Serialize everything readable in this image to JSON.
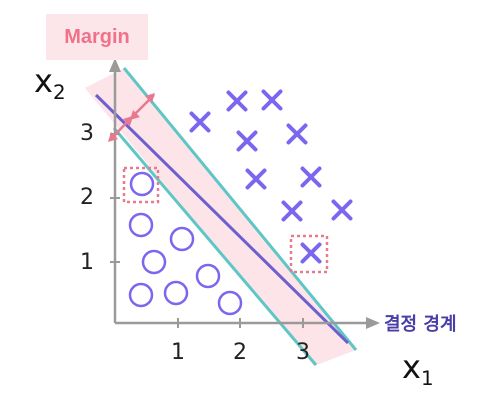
{
  "labels": {
    "margin": "Margin",
    "decision_boundary": "결정 경계",
    "x1_base": "x",
    "x1_sub": "1",
    "x2_base": "x",
    "x2_sub": "2"
  },
  "ticks": {
    "x": [
      "1",
      "2",
      "3"
    ],
    "y": [
      "1",
      "2",
      "3"
    ]
  },
  "colors": {
    "margin_label_text": "#f0728a",
    "margin_label_bg": "#fde6ea",
    "margin_band": "#fde4e8",
    "margin_lines": "#5ec6c6",
    "boundary_line": "#6e5fce",
    "markers": "#7b66f0",
    "highlight_box": "#e87a90",
    "arrows": "#e8788f",
    "axes": "#9a9a9a",
    "boundary_label_text": "#4a3fa8"
  },
  "icons": {
    "class_o": "circle-marker",
    "class_x": "cross-marker"
  }
}
